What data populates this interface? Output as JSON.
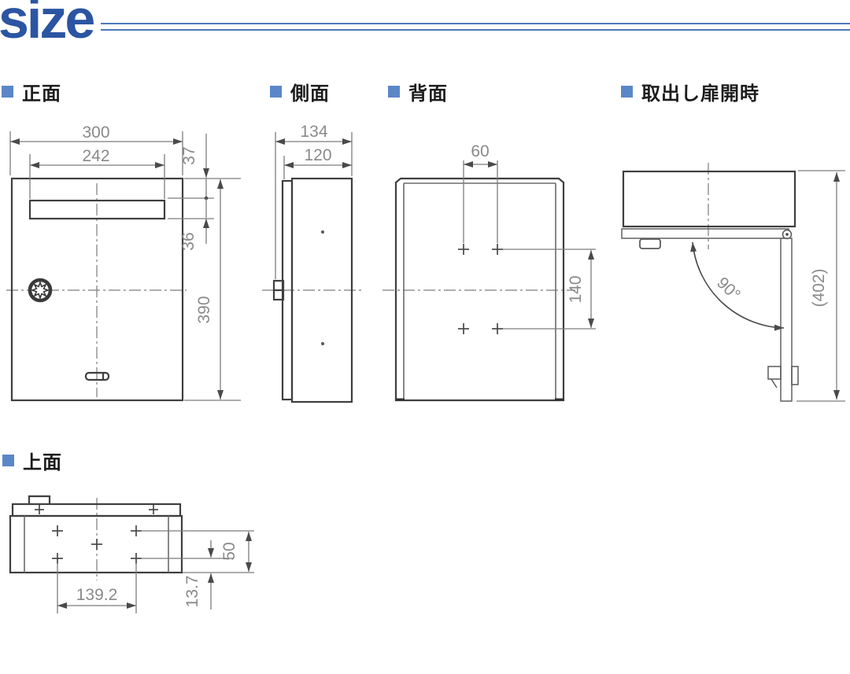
{
  "page_title": "size",
  "header": {
    "title_color": "#2b55a2",
    "rule_color": "#4d79b8"
  },
  "sections": [
    {
      "id": "front",
      "label": "正面"
    },
    {
      "id": "side",
      "label": "側面"
    },
    {
      "id": "back",
      "label": "背面"
    },
    {
      "id": "door_open",
      "label": "取出し扉開時"
    },
    {
      "id": "top",
      "label": "上面"
    }
  ],
  "views": {
    "front": {
      "dims": {
        "overall_width": "300",
        "slot_width": "242",
        "slot_top_offset": "37",
        "slot_height": "36",
        "overall_height": "390"
      }
    },
    "side": {
      "dims": {
        "overall_depth": "134",
        "body_depth": "120"
      }
    },
    "back": {
      "dims": {
        "hole_pitch_horizontal": "60",
        "hole_pitch_vertical": "140"
      }
    },
    "door_open": {
      "dims": {
        "door_open_angle": "90°",
        "open_overall_height": "(402)"
      }
    },
    "top": {
      "dims": {
        "hole_pitch_horizontal": "139.2",
        "hole_row_to_back_edge": "50",
        "hole_row_to_edge": "13.7"
      }
    }
  },
  "accent_colors": {
    "section_square": "#5b87c8",
    "outline": "#3f3f3f",
    "dimension": "#7c7c7c",
    "dim_text": "#8a8a8a"
  }
}
